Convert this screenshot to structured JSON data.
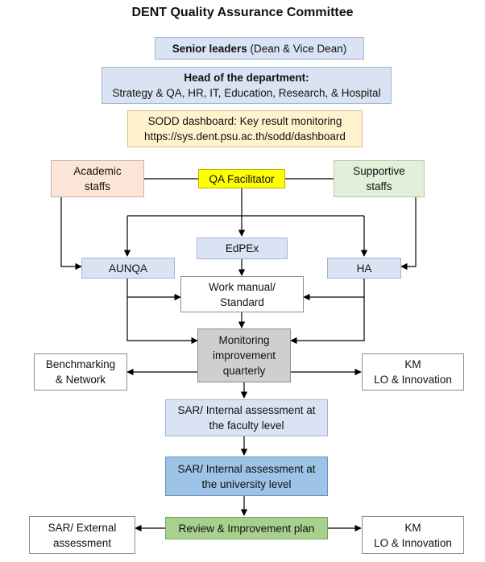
{
  "title": "DENT Quality Assurance Committee",
  "nodes": {
    "senior": {
      "bold": "Senior leaders",
      "rest": " (Dean & Vice Dean)"
    },
    "head": {
      "line1": "Head of the department:",
      "line2": "Strategy & QA, HR, IT, Education, Research, & Hospital"
    },
    "sodd": {
      "line1": "SODD dashboard: Key result monitoring",
      "line2": "https://sys.dent.psu.ac.th/sodd/dashboard"
    },
    "academic": {
      "line1": "Academic",
      "line2": "staffs"
    },
    "qa_facilitator": {
      "line1": "QA Facilitator"
    },
    "supportive": {
      "line1": "Supportive",
      "line2": "staffs"
    },
    "edpex": {
      "line1": "EdPEx"
    },
    "aunqa": {
      "line1": "AUNQA"
    },
    "ha": {
      "line1": "HA"
    },
    "work_manual": {
      "line1": "Work manual/",
      "line2": "Standard"
    },
    "monitoring": {
      "line1": "Monitoring",
      "line2": "improvement",
      "line3": "quarterly"
    },
    "benchmarking": {
      "line1": "Benchmarking",
      "line2": "& Network"
    },
    "km1": {
      "line1": "KM",
      "line2": "LO & Innovation"
    },
    "sar_faculty": {
      "line1": "SAR/ Internal assessment at",
      "line2": "the faculty level"
    },
    "sar_university": {
      "line1": "SAR/ Internal assessment at",
      "line2": "the university level"
    },
    "review": {
      "line1": "Review & Improvement plan"
    },
    "sar_external": {
      "line1": "SAR/ External",
      "line2": "assessment"
    },
    "km2": {
      "line1": "KM",
      "line2": "LO & Innovation"
    }
  }
}
